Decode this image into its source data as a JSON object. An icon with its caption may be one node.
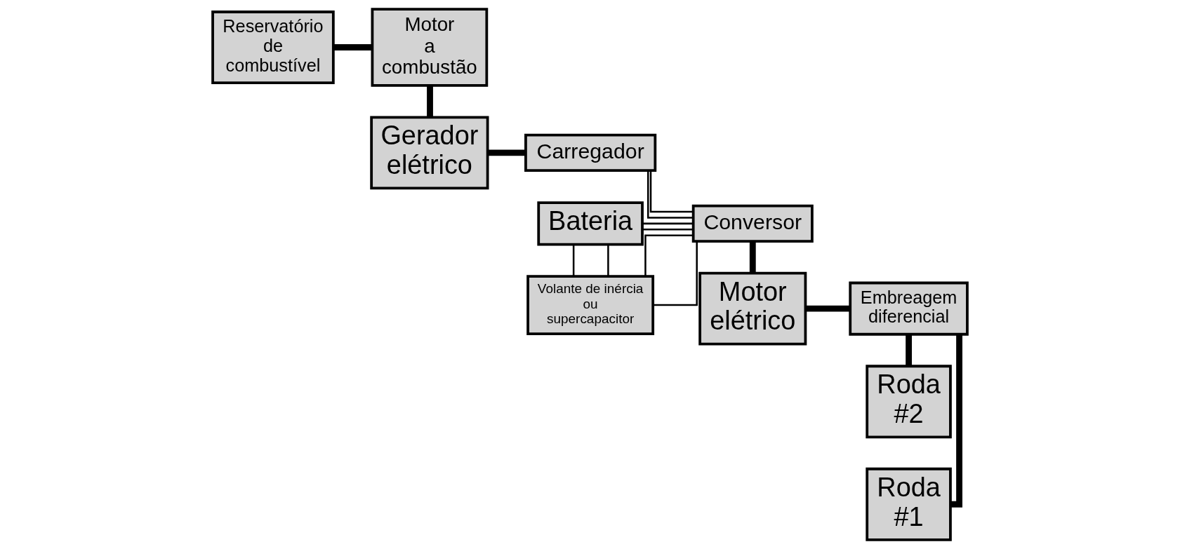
{
  "diagram": {
    "nodes": [
      {
        "text": [
          "Bateria"
        ]
      },
      {
        "text": [
          "Gerador elétrico"
        ]
      },
      {
        "text": [
          "Carregador"
        ]
      },
      {
        "text": [
          "Conversor"
        ]
      },
      {
        "text": [
          "Roda #1"
        ]
      },
      {
        "text": [
          "Reservatório de combustível"
        ]
      },
      {
        "text": [
          "Motor a combustão"
        ]
      },
      {
        "text": [
          "Motor elétrico"
        ]
      },
      {
        "text": [
          "Embreagem diferencial"
        ]
      },
      {
        "text": [
          "Volante de inércia ou supercapacitor"
        ]
      },
      {
        "text": [
          "Roda #2"
        ]
      }
    ],
    "edges": [
      {
        "from": 5,
        "to": 6,
        "arrow": "none",
        "style": "thick"
      },
      {
        "from": 6,
        "to": 1,
        "arrow": "none",
        "style": "thick"
      },
      {
        "from": 1,
        "to": 2,
        "arrow": "none",
        "style": "thick"
      },
      {
        "from": 0,
        "to": 9,
        "arrow": "none"
      },
      {
        "from": 0,
        "to": 9,
        "arrow": "none"
      },
      {
        "from": 2,
        "to": 3,
        "arrow": "none"
      },
      {
        "from": 2,
        "to": 3,
        "arrow": "none"
      },
      {
        "from": 0,
        "to": 3,
        "arrow": "none"
      },
      {
        "from": 0,
        "to": 3,
        "arrow": "none"
      },
      {
        "from": 9,
        "to": 3,
        "arrow": "none"
      },
      {
        "from": 9,
        "to": 3,
        "arrow": "none"
      },
      {
        "from": 3,
        "to": 7,
        "arrow": "none",
        "style": "thick"
      },
      {
        "from": 7,
        "to": 8,
        "arrow": "none",
        "style": "thick"
      },
      {
        "from": 8,
        "to": 4,
        "arrow": "none",
        "style": "thick"
      },
      {
        "from": 8,
        "to": 10,
        "arrow": "none",
        "style": "thick"
      }
    ]
  }
}
